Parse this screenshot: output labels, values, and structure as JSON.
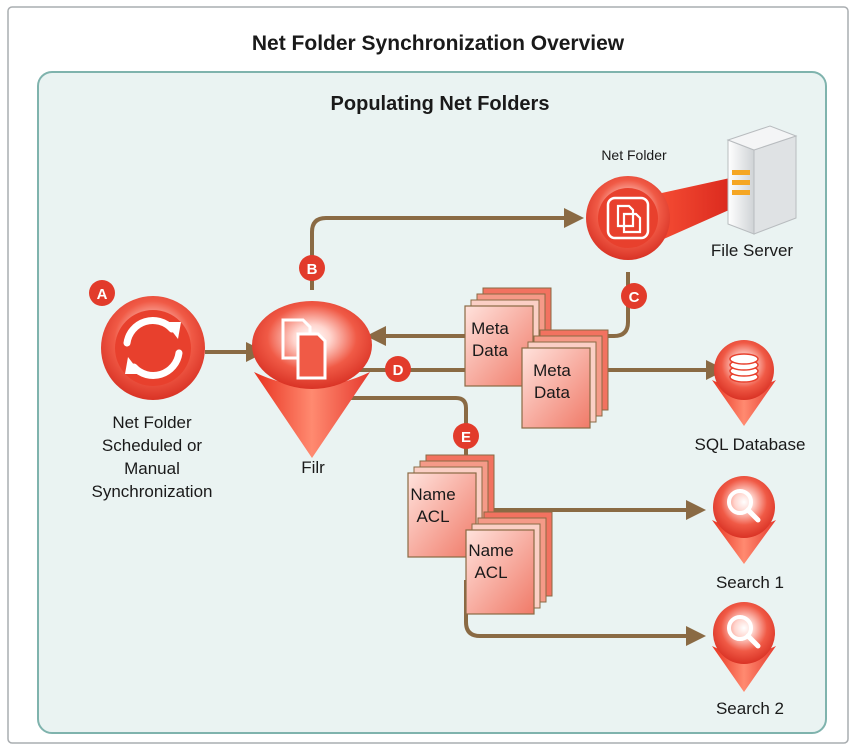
{
  "diagram": {
    "title": "Net Folder Synchronization Overview",
    "subtitle": "Populating Net Folders",
    "labels": {
      "net_folder": "Net Folder",
      "file_server": "File Server",
      "sync_line1": "Net Folder",
      "sync_line2": "Scheduled or",
      "sync_line3": "Manual",
      "sync_line4": "Synchronization",
      "filr": "Filr",
      "sql_database": "SQL Database",
      "search1": "Search 1",
      "search2": "Search 2"
    },
    "steps": {
      "a": "A",
      "b": "B",
      "c": "C",
      "d": "D",
      "e": "E"
    },
    "docs": {
      "meta1_line1": "Meta",
      "meta1_line2": "Data",
      "meta2_line1": "Meta",
      "meta2_line2": "Data",
      "name1_line1": "Name",
      "name1_line2": "ACL",
      "name2_line1": "Name",
      "name2_line2": "ACL"
    },
    "colors": {
      "accent_red": "#e63a2e",
      "arrow_brown": "#8a6a44",
      "panel_bg": "#eaf3f2",
      "panel_border": "#7fb3ad",
      "outer_border": "#a9adb0"
    }
  }
}
